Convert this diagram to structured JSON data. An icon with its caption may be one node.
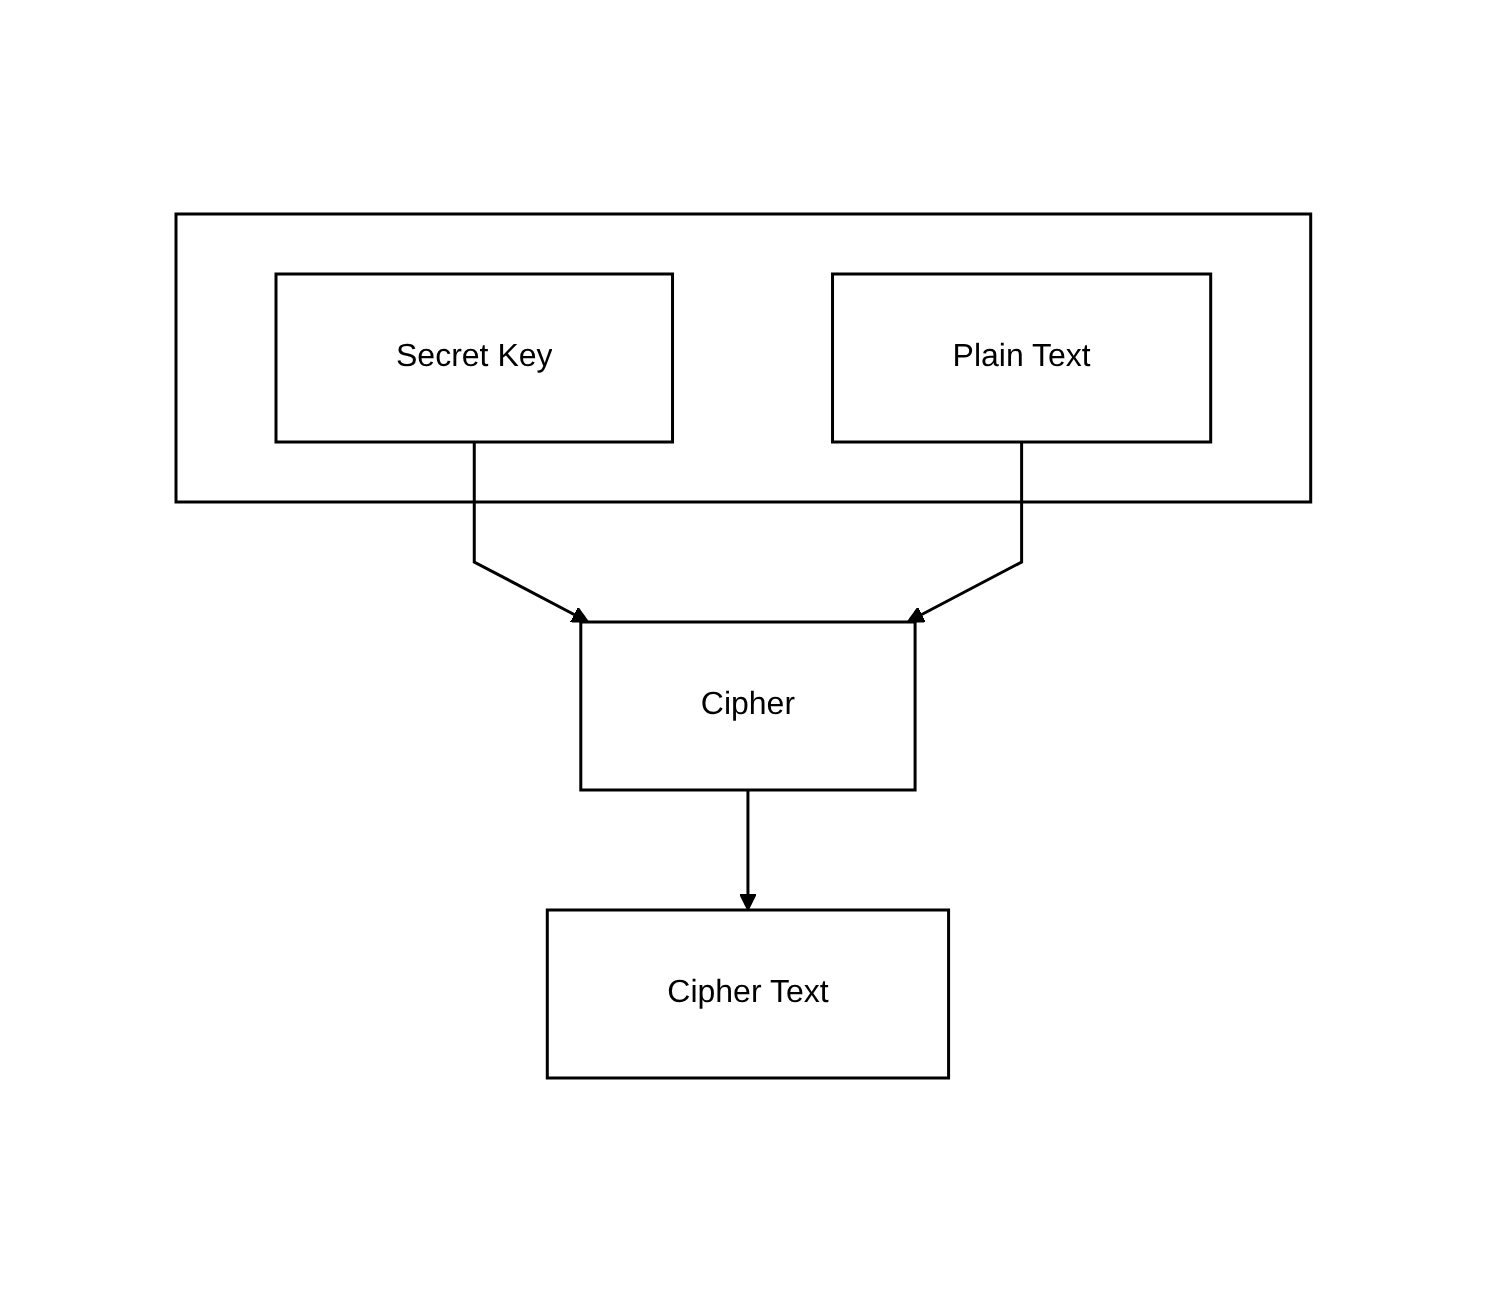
{
  "diagram": {
    "nodes": [
      {
        "text": [],
        "shape": "box"
      },
      {
        "text": [
          "Secret Key"
        ],
        "in": 0
      },
      {
        "text": [
          "Plain Text"
        ],
        "in": 0
      },
      {
        "text": [
          "Cipher"
        ]
      },
      {
        "text": [
          "Cipher Text"
        ]
      }
    ],
    "edges": [
      {
        "from": 1,
        "to": 3,
        "arrow": "to"
      },
      {
        "from": 2,
        "to": 3,
        "arrow": "to"
      },
      {
        "from": 3,
        "to": 4,
        "arrow": "to"
      }
    ]
  }
}
